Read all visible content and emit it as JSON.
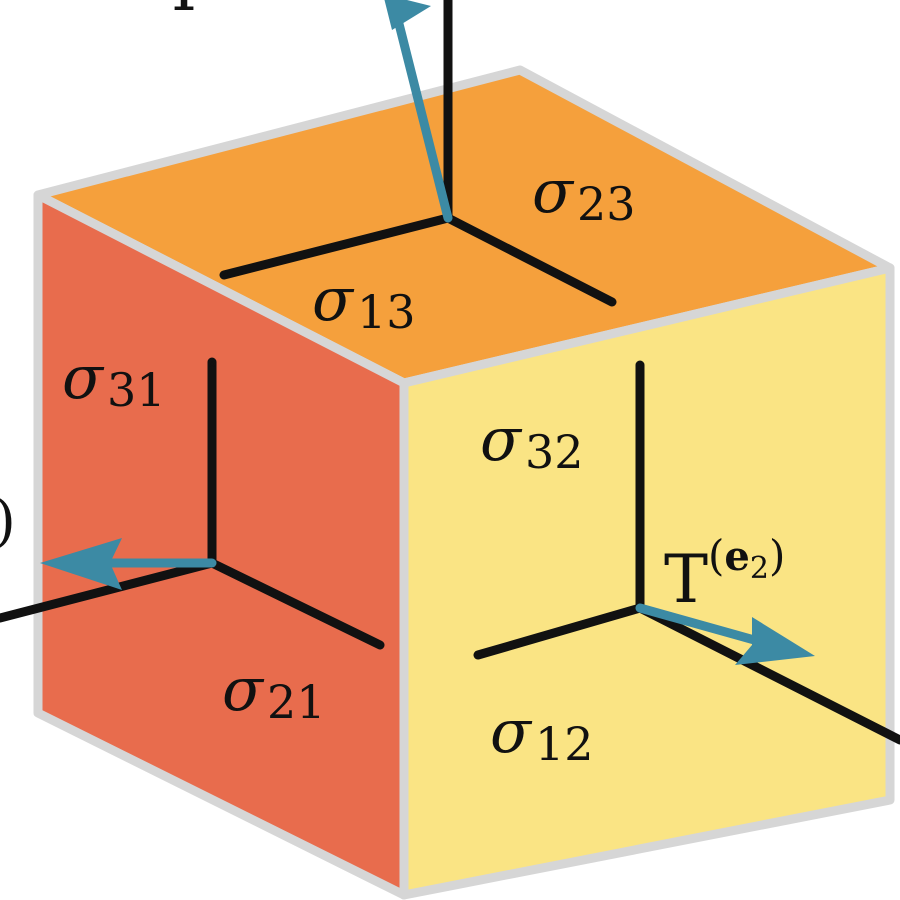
{
  "colors": {
    "face_left": "#E86C4D",
    "face_top": "#F5A03C",
    "face_right": "#FAE484",
    "cube_edge": "#D6D6D6",
    "arrow_black": "#111111",
    "arrow_traction": "#3C8AA4"
  },
  "labels": {
    "sigma": "σ",
    "T": "T",
    "s23": "23",
    "s13": "13",
    "s31": "31",
    "s21": "21",
    "s32": "32",
    "s12": "12",
    "e": "e",
    "sub2": "2",
    "paren_open": "(",
    "paren_close": ")"
  }
}
